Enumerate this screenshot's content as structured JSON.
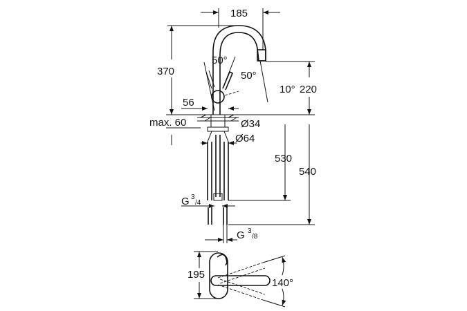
{
  "title": "Faucet dimension drawing",
  "dimensions": {
    "width_reach": "185",
    "height_total": "370",
    "lever_angle_front": "50°",
    "lever_angle_side": "50°",
    "spout_tilt": "10°",
    "spout_height": "220",
    "lever_offset": "56",
    "max_deck": "max. 60",
    "hole_diameter": "Ø34",
    "base_diameter": "Ø64",
    "hose_length_1": "530",
    "hose_length_2": "540",
    "thread_main": "G",
    "thread_main_num": "3",
    "thread_main_den": "/4",
    "thread_supply": "G",
    "thread_supply_num": "3",
    "thread_supply_den": "/8",
    "base_depth": "195",
    "swivel_angle": "140°"
  }
}
